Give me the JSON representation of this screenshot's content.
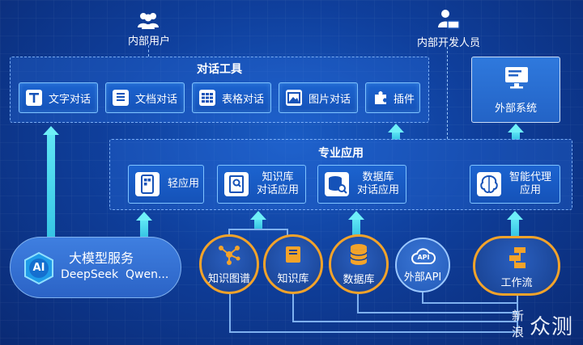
{
  "top_users": {
    "internal_users": "内部用户",
    "internal_developers": "内部开发人员"
  },
  "dialog_tools": {
    "title": "对话工具",
    "buttons": [
      "文字对话",
      "文档对话",
      "表格对话",
      "图片对话",
      "插件"
    ]
  },
  "external_system": {
    "label": "外部系统"
  },
  "professional_apps": {
    "title": "专业应用",
    "apps": [
      {
        "line1": "轻应用",
        "line2": ""
      },
      {
        "line1": "知识库",
        "line2": "对话应用"
      },
      {
        "line1": "数据库",
        "line2": "对话应用"
      },
      {
        "line1": "智能代理",
        "line2": "应用"
      }
    ]
  },
  "llm_service": {
    "badge": "AI",
    "title": "大模型服务",
    "subtitle": "DeepSeek  Qwen..."
  },
  "data_sources": {
    "knowledge_graph": "知识图谱",
    "knowledge_base": "知识库",
    "database": "数据库",
    "external_api": "外部API",
    "workflow": "工作流",
    "api_badge": "API"
  },
  "watermark": {
    "line1": "新",
    "line2": "浪",
    "brand": "众测"
  },
  "colors": {
    "background": "#0f3f9c",
    "accent_orange": "#f3a32a",
    "arrow": "#5fe6f5",
    "panel_border": "#8cbeff"
  }
}
